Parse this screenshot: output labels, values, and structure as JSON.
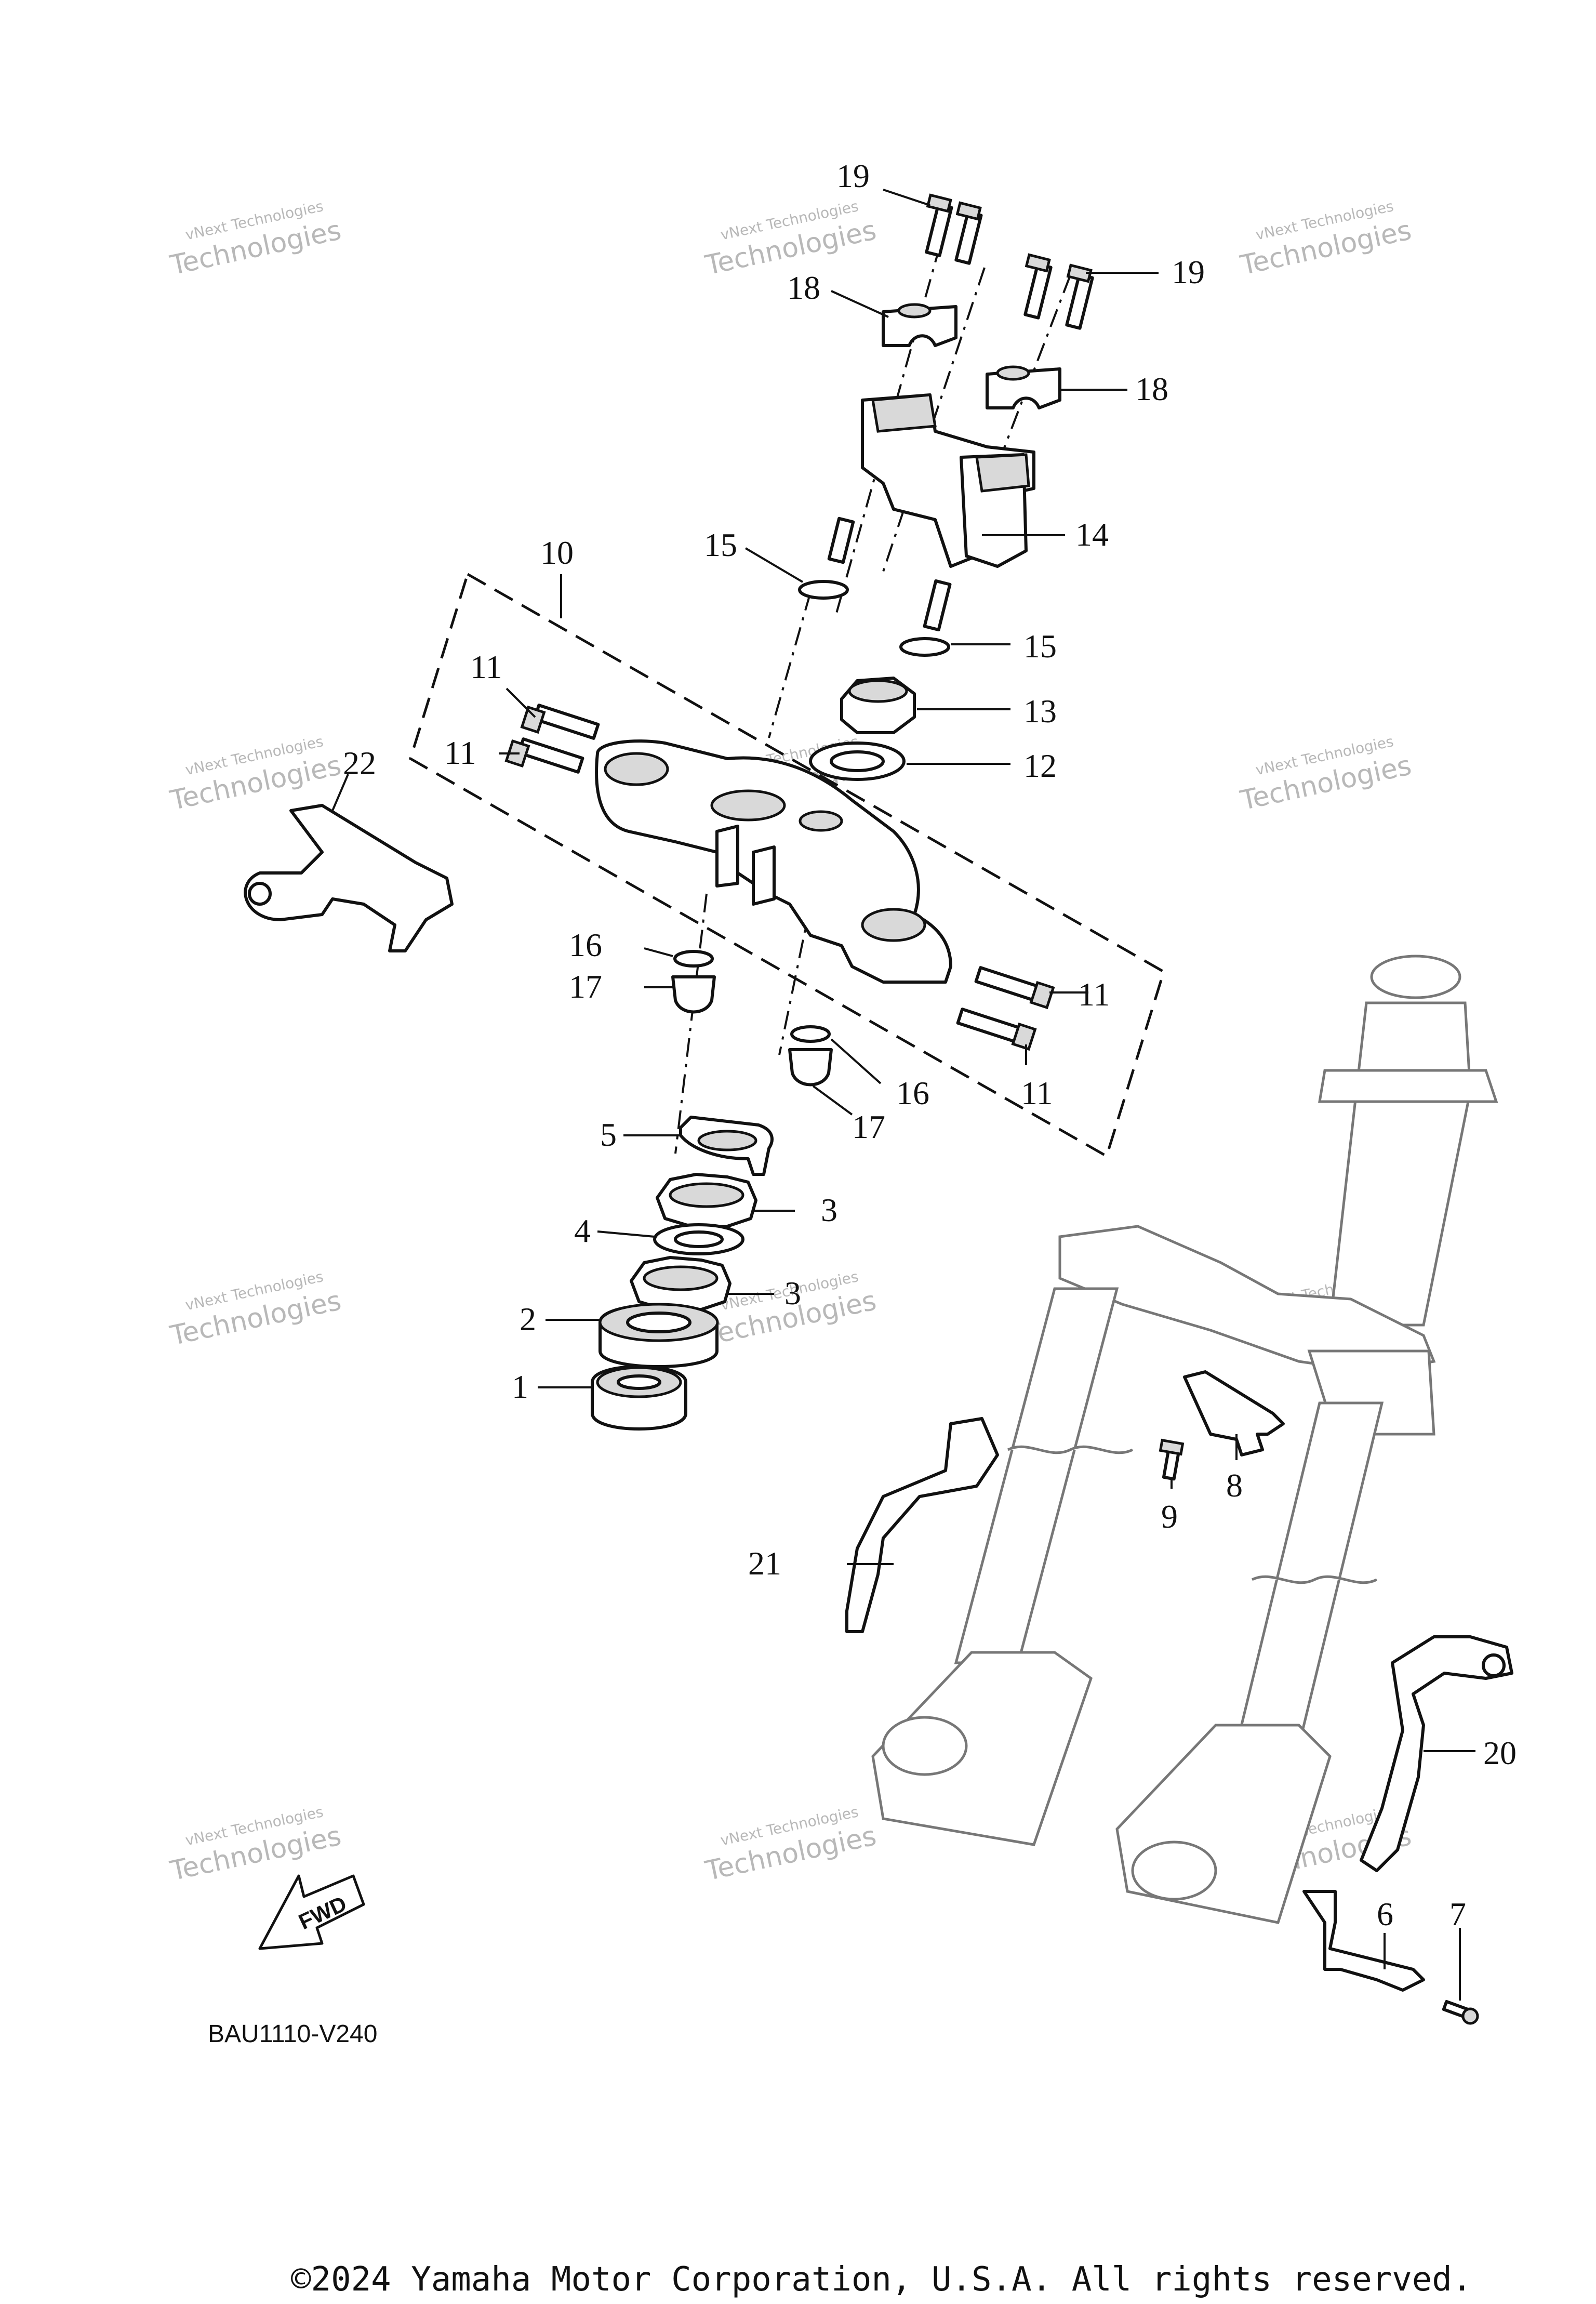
{
  "diagram": {
    "code": "BAU1110-V240",
    "fwd_label": "FWD",
    "copyright": "©2024 Yamaha Motor Corporation, U.S.A. All rights reserved.",
    "watermark_line1": "vNext Technologies",
    "watermark_line2": "Technologies",
    "callouts": [
      "1",
      "2",
      "3",
      "3",
      "4",
      "5",
      "6",
      "7",
      "8",
      "9",
      "10",
      "11",
      "11",
      "11",
      "11",
      "12",
      "13",
      "14",
      "15",
      "15",
      "16",
      "16",
      "17",
      "17",
      "18",
      "18",
      "19",
      "19",
      "20",
      "21",
      "22"
    ]
  }
}
